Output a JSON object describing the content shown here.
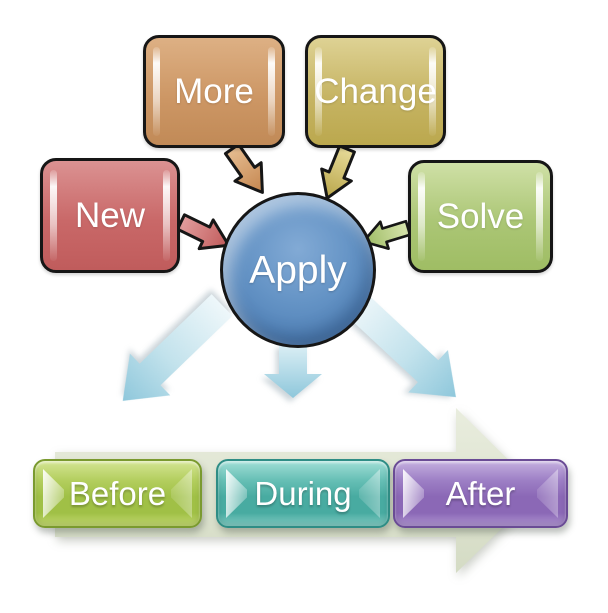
{
  "diagram": {
    "sources": [
      {
        "label": "More",
        "color": "#cd9765"
      },
      {
        "label": "Change",
        "color": "#c6b463"
      },
      {
        "label": "New",
        "color": "#c96868"
      },
      {
        "label": "Solve",
        "color": "#abc675"
      }
    ],
    "hub": {
      "label": "Apply",
      "color": "#5585ba"
    },
    "flow_arrow_color": "#92cadd",
    "timeline": {
      "banner_color": "#dfe4d1",
      "stages": [
        {
          "label": "Before",
          "color": "#a0c046"
        },
        {
          "label": "During",
          "color": "#48aba1"
        },
        {
          "label": "After",
          "color": "#8b68b6"
        }
      ]
    }
  }
}
